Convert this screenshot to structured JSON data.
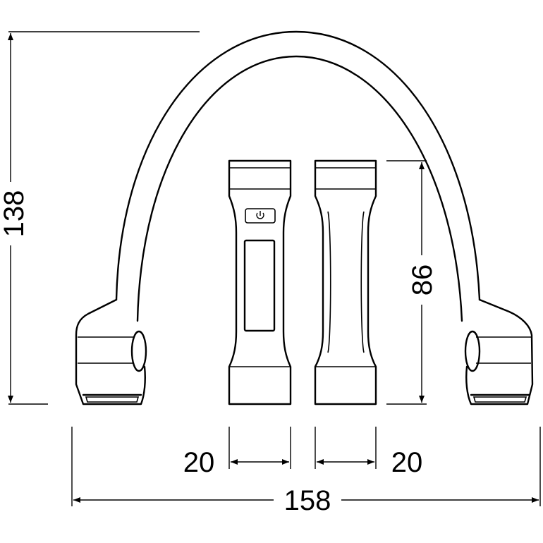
{
  "dimensions": {
    "height_total": "138",
    "height_light": "86",
    "width_light_left": "20",
    "width_light_right": "20",
    "width_total": "158"
  },
  "icons": {
    "power_button": "power-icon"
  }
}
